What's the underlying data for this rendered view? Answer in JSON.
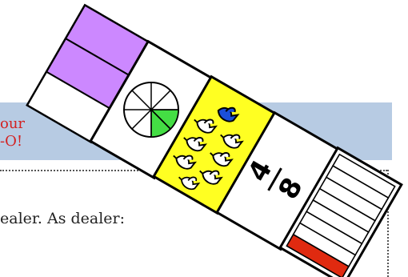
{
  "banner": {
    "line1": "our",
    "line2": "-O!"
  },
  "instruction": {
    "text": "ealer. As dealer:"
  },
  "cards": [
    {
      "name": "bar-thirds-card",
      "kind": "bar",
      "parts": 3,
      "shaded": 2,
      "color": "#cc88ff"
    },
    {
      "name": "pie-eighths-card",
      "kind": "pie",
      "parts": 8,
      "shaded": 2,
      "color": "#44dd44"
    },
    {
      "name": "birds-card",
      "kind": "picture",
      "total": 8,
      "highlighted": 1,
      "background": "#ffff22",
      "highlight_color": "#1a4fd8"
    },
    {
      "name": "fraction-numeral-card",
      "kind": "numeral",
      "numerator": "4",
      "denominator": "8"
    },
    {
      "name": "bar-eighths-card",
      "kind": "bar",
      "parts": 8,
      "shaded": 1,
      "color": "#e02a10"
    }
  ]
}
